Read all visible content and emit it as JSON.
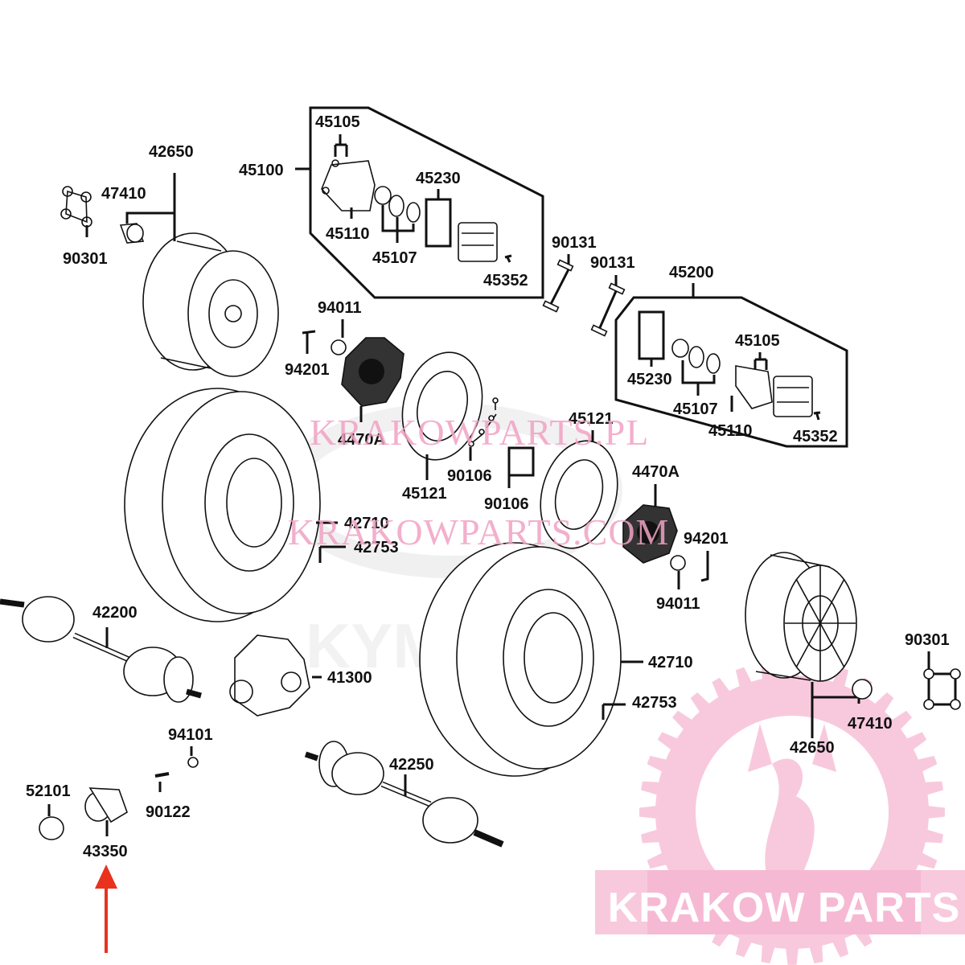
{
  "diagram": {
    "title": "Rear wheel / brake / drive shaft exploded parts diagram",
    "brand_faint": "KYMCO",
    "colors": {
      "line": "#111111",
      "watermark_pink": "#f2a2c4",
      "logo_pink": "#f8c9dd",
      "arrow_red": "#e8321e"
    },
    "watermarks": [
      "KRAKOWPARTS.PL",
      "KRAKOWPARTS.COM"
    ],
    "logo": {
      "text": "KRAKOW PARTS",
      "icon": "gear-dragon-icon"
    },
    "highlight": {
      "part": "43350",
      "icon": "red-arrow-up-icon"
    },
    "labels": {
      "p42650_a": "42650",
      "p47410_a": "47410",
      "p90301_a": "90301",
      "p45100": "45100",
      "p45105_a": "45105",
      "p45110_a": "45110",
      "p45107_a": "45107",
      "p45230_a": "45230",
      "p45352_a": "45352",
      "p90131_a": "90131",
      "p90131_b": "90131",
      "p45200": "45200",
      "p45230_b": "45230",
      "p45107_b": "45107",
      "p45105_b": "45105",
      "p45110_b": "45110",
      "p45352_b": "45352",
      "p94011_a": "94011",
      "p94201_a": "94201",
      "p4470A_a": "4470A",
      "p45121_a": "45121",
      "p90106_a": "90106",
      "p90106_b": "90106",
      "p45121_b": "45121",
      "p4470A_b": "4470A",
      "p42710_a": "42710",
      "p42753_a": "42753",
      "p94201_b": "94201",
      "p94011_b": "94011",
      "p42200": "42200",
      "p41300": "41300",
      "p42710_b": "42710",
      "p42753_b": "42753",
      "p90301_b": "90301",
      "p47410_b": "47410",
      "p42650_b": "42650",
      "p94101": "94101",
      "p90122": "90122",
      "p52101": "52101",
      "p43350": "43350",
      "p42250": "42250"
    }
  }
}
